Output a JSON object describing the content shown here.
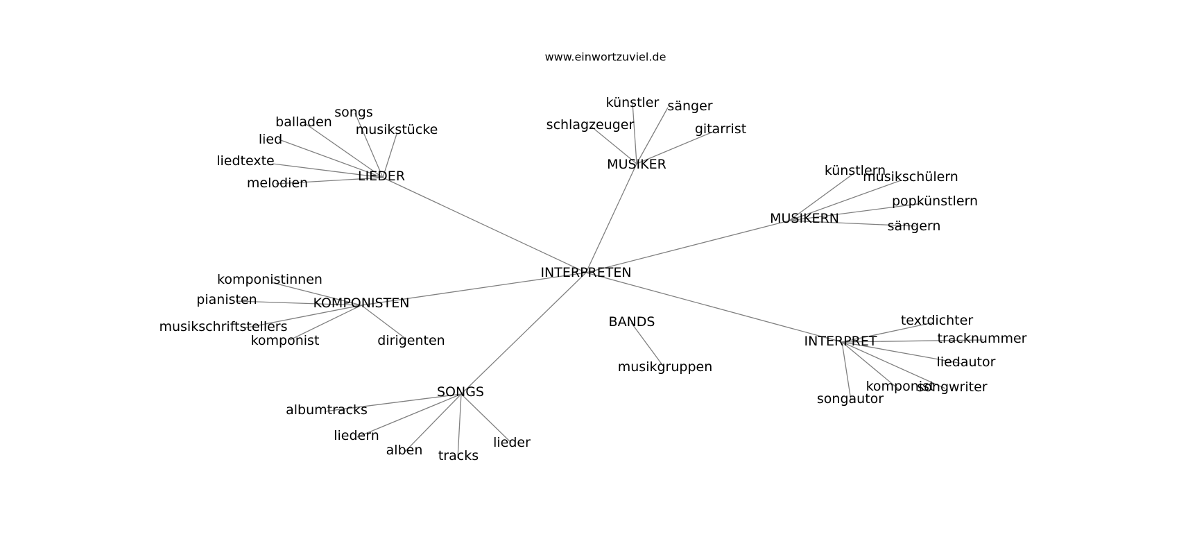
{
  "title": "www.einwortzuviel.de",
  "root": "INTERPRETEN",
  "hubs": [
    {
      "id": "musiker",
      "label": "MUSIKER",
      "leaves": [
        "künstler",
        "sänger",
        "schlagzeuger",
        "gitarrist"
      ]
    },
    {
      "id": "lieder",
      "label": "LIEDER",
      "leaves": [
        "songs",
        "balladen",
        "musikstücke",
        "lied",
        "liedtexte",
        "melodien"
      ]
    },
    {
      "id": "musikern",
      "label": "MUSIKERN",
      "leaves": [
        "künstlern",
        "musikschülern",
        "popkünstlern",
        "sängern"
      ]
    },
    {
      "id": "komponisten",
      "label": "KOMPONISTEN",
      "leaves": [
        "komponistinnen",
        "pianisten",
        "musikschriftstellers",
        "komponist",
        "dirigenten"
      ]
    },
    {
      "id": "bands",
      "label": "BANDS",
      "leaves": [
        "musikgruppen"
      ]
    },
    {
      "id": "interpret",
      "label": "INTERPRET",
      "leaves": [
        "textdichter",
        "tracknummer",
        "liedautor",
        "songwriter",
        "komponist",
        "songautor"
      ]
    },
    {
      "id": "songs",
      "label": "SONGS",
      "leaves": [
        "albumtracks",
        "liedern",
        "alben",
        "tracks",
        "lieder"
      ]
    }
  ]
}
